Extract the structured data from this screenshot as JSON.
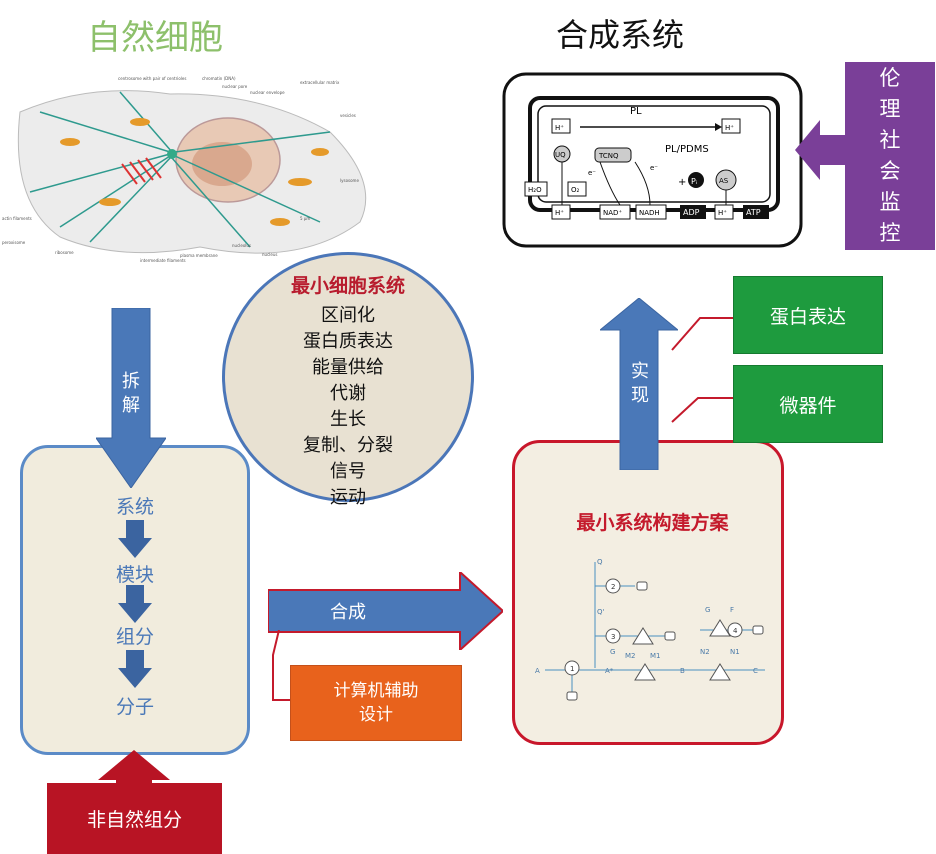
{
  "titles": {
    "natural_cell": "自然细胞",
    "synthetic_system": "合成系统"
  },
  "cell_image": {
    "labels": [
      "centrosome with pair of centrioles",
      "chromatin (DNA)",
      "nuclear pore",
      "nuclear envelope",
      "extracellular matrix",
      "vesicles",
      "lysosome",
      "actin filaments",
      "peroxisome",
      "ribosome",
      "intermediate filaments",
      "plasma membrane",
      "nucleolus",
      "nucleus",
      "5 μm"
    ]
  },
  "synthetic_image": {
    "labels": {
      "pl": "PL",
      "pl_pdms": "PL/PDMS",
      "tcnq": "TCNQ",
      "uq": "UQ",
      "as": "AS",
      "h_plus": "H⁺",
      "h2o": "H₂O",
      "o2": "O₂",
      "e_minus": "e⁻",
      "nad_plus": "NAD⁺",
      "nadh": "NADH",
      "plus": "+",
      "pi": "Pᵢ",
      "adp": "ADP",
      "atp": "ATP"
    }
  },
  "ethics_box": "伦理社会监控",
  "ellipse": {
    "title": "最小细胞系统",
    "items": [
      "区间化",
      "蛋白质表达",
      "能量供给",
      "代谢",
      "生长",
      "复制、分裂",
      "信号",
      "运动"
    ]
  },
  "left_panel": {
    "arrow_label": "拆解",
    "levels": [
      "系统",
      "模块",
      "组分",
      "分子"
    ]
  },
  "synthesis_arrow": "合成",
  "cad_box": "计算机辅助设计",
  "non_natural_box": "非自然组分",
  "right_panel": {
    "title": "最小系统构建方案",
    "network_labels": {
      "q": "Q",
      "q_prime": "Q'",
      "g_lower": "G",
      "m2": "M2",
      "m1": "M1",
      "g_upper": "G",
      "f": "F",
      "n2": "N2",
      "n1": "N1",
      "a": "A",
      "a_star": "A*",
      "b": "B",
      "c": "C",
      "n_1": "1",
      "n_2": "2",
      "n_3": "3",
      "n_4": "4"
    }
  },
  "realize_arrow": "实现",
  "green_boxes": [
    "蛋白表达",
    "微器件"
  ],
  "colors": {
    "green_title": "#8dc06b",
    "blue": "#4a78b8",
    "red": "#b81424",
    "purple": "#7a3f98",
    "green_box": "#1e9b3e",
    "orange": "#e8621c"
  }
}
